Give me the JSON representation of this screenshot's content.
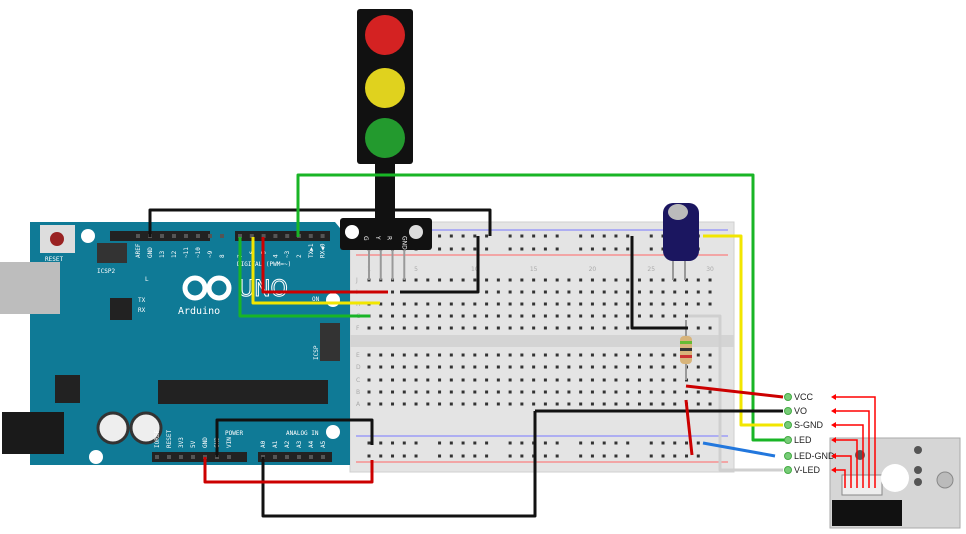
{
  "colors": {
    "arduino": "#0f7a96",
    "breadboard": "#e6e6e6",
    "wire_red": "#cc0000",
    "wire_black": "#111111",
    "wire_green": "#19b526",
    "wire_yellow": "#f2e600",
    "wire_blue": "#2277dd",
    "wire_white": "#cfcfcf",
    "arrow": "#ff0000"
  },
  "arduino": {
    "reset": "RESET",
    "icsp2": "ICSP2",
    "icsp": "ICSP",
    "brand": "Arduino",
    "model": "UNO",
    "led_l": "L",
    "led_tx": "TX",
    "led_rx": "RX",
    "led_on": "ON",
    "digital": "DIGITAL (PWM=~)",
    "power": "POWER",
    "analog": "ANALOG IN",
    "top_pins": [
      "AREF",
      "GND",
      "13",
      "12",
      "~11",
      "~10",
      "~9",
      "8"
    ],
    "top_pins2": [
      "7",
      "~6",
      "~5",
      "4",
      "~3",
      "2",
      "TX▶1",
      "RX◀0"
    ],
    "power_pins": [
      "IOREF",
      "RESET",
      "3V3",
      "5V",
      "GND",
      "GND",
      "VIN"
    ],
    "analog_pins": [
      "A0",
      "A1",
      "A2",
      "A3",
      "A4",
      "A5"
    ]
  },
  "traffic_light": {
    "pins": [
      "G",
      "Y",
      "R",
      "GND"
    ]
  },
  "breadboard": {
    "col_labels": [
      "1",
      "5",
      "10",
      "15",
      "20",
      "25",
      "30"
    ],
    "row_labels_top": [
      "J",
      "I",
      "H",
      "G",
      "F"
    ],
    "row_labels_bottom": [
      "E",
      "D",
      "C",
      "B",
      "A"
    ]
  },
  "sensor": {
    "pins": [
      "VCC",
      "VO",
      "S-GND",
      "LED",
      "LED-GND",
      "V-LED"
    ]
  }
}
